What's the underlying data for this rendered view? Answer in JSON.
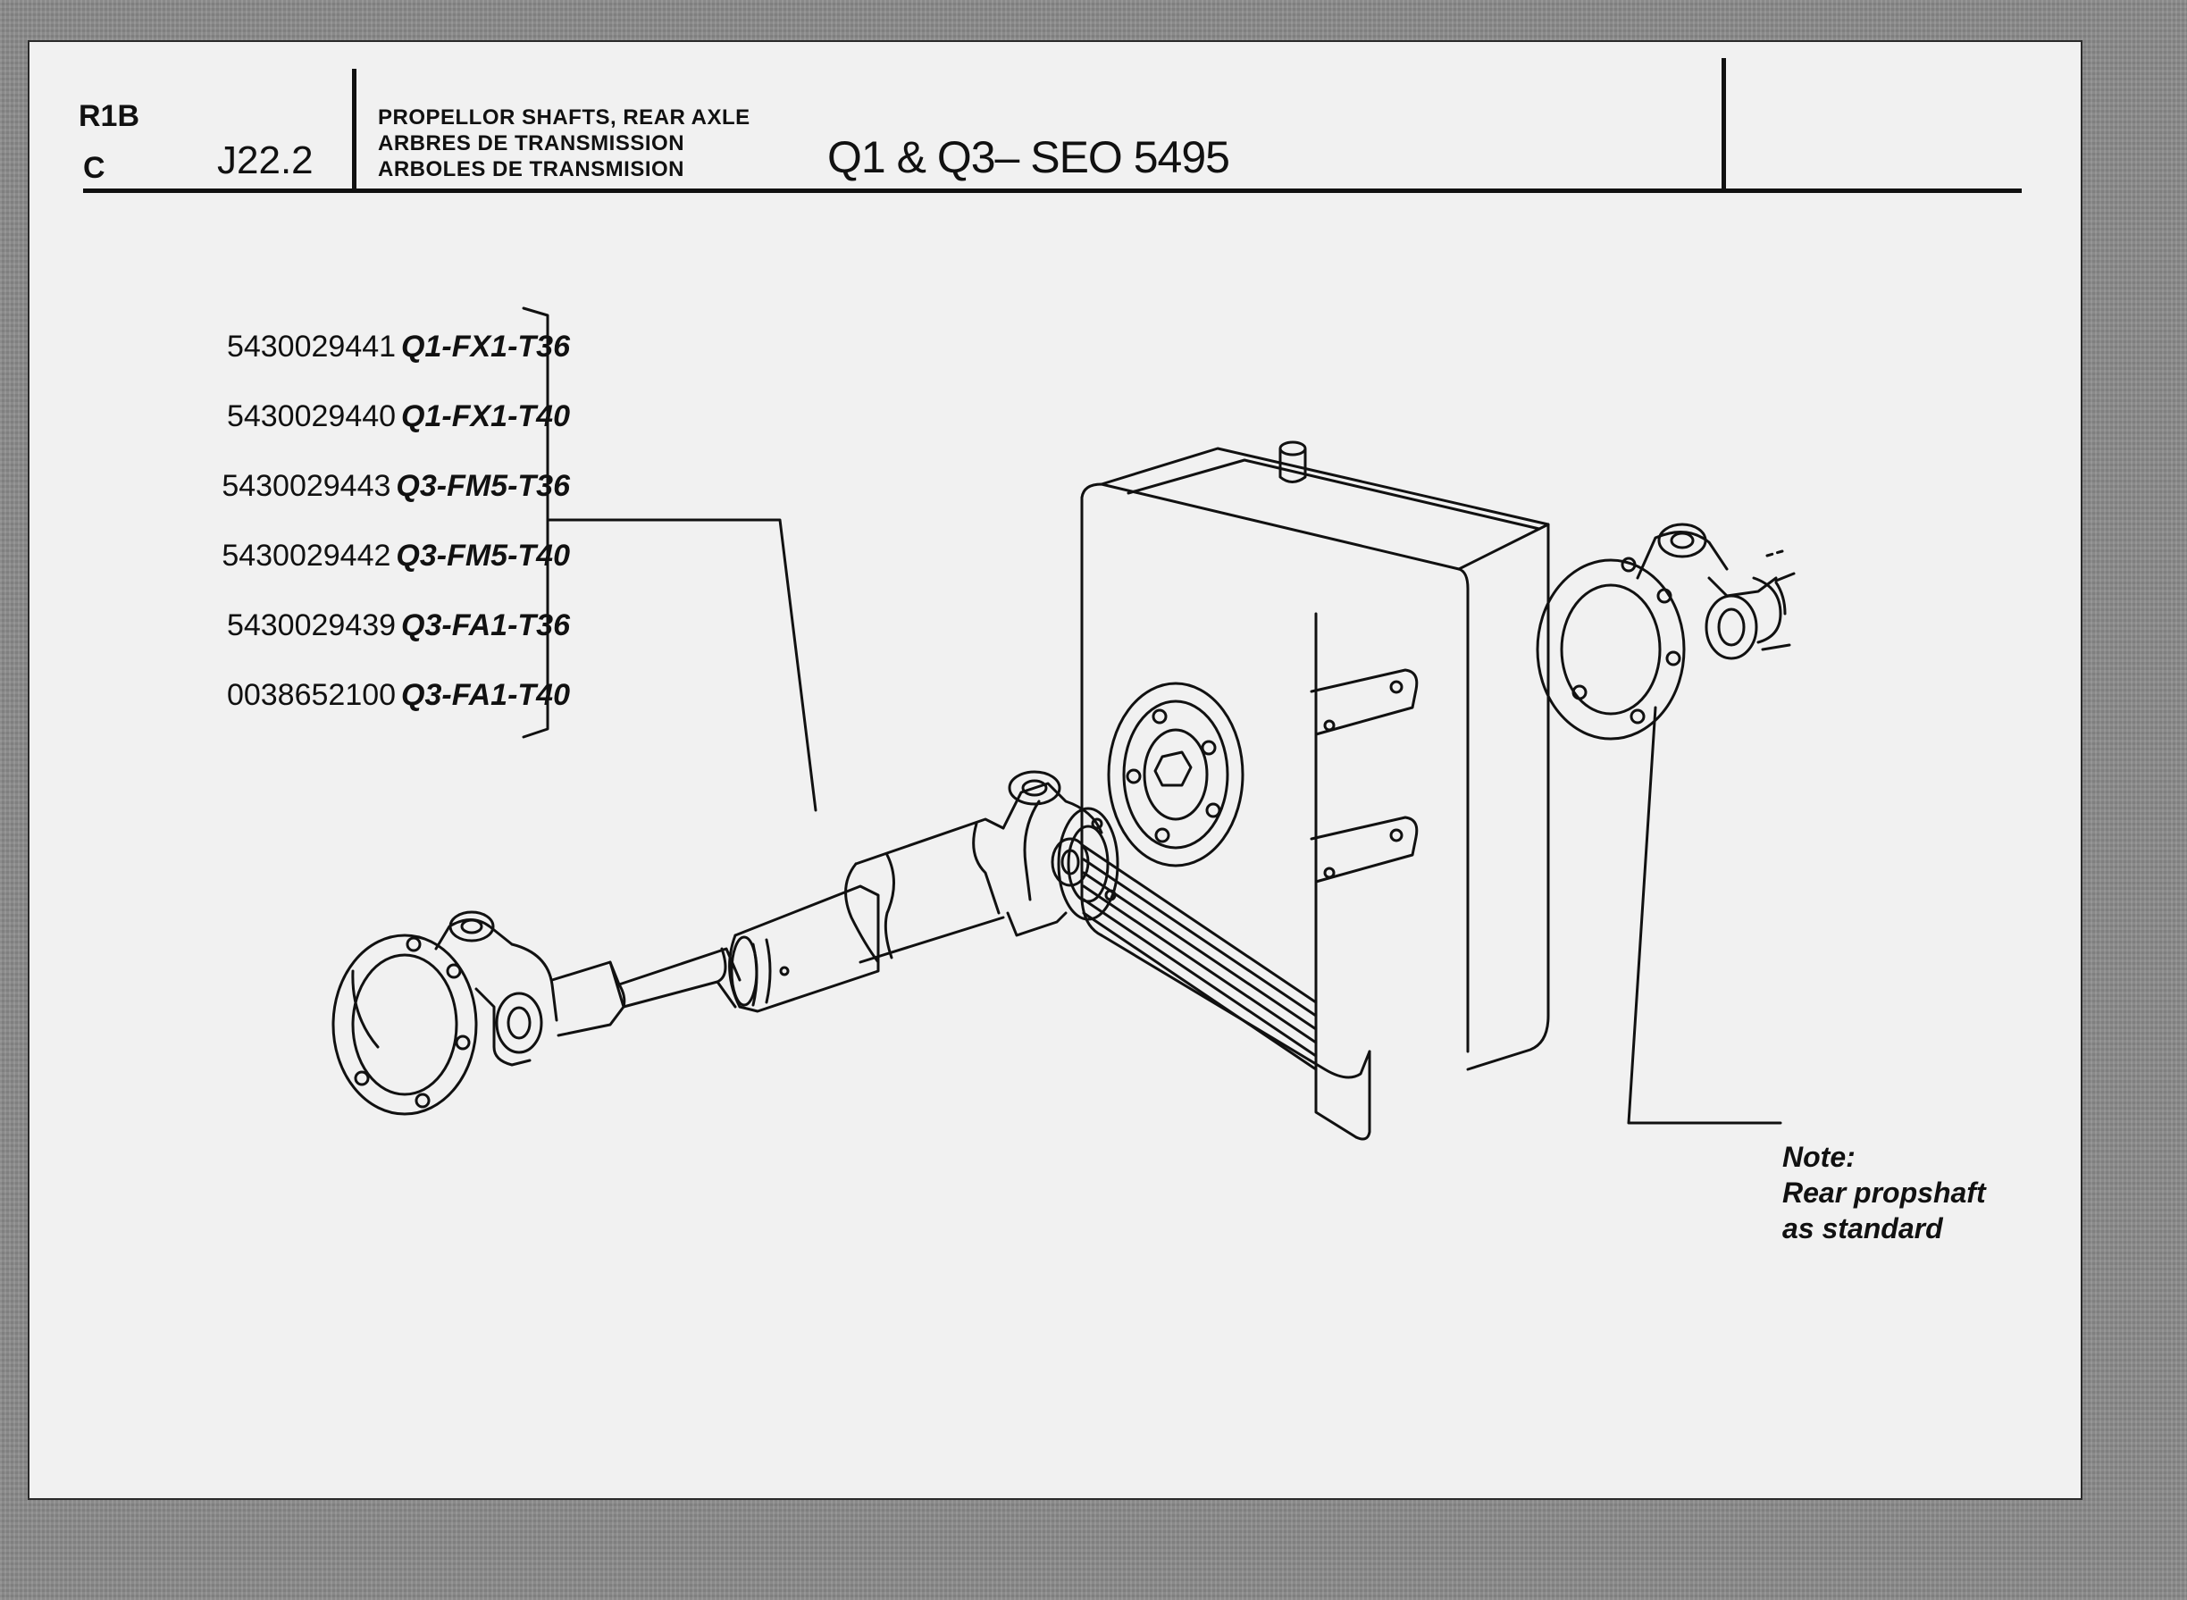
{
  "header": {
    "code_top": "R1B",
    "code_bottom": "C",
    "reference": "J22.2",
    "titles": [
      "PROPELLOR SHAFTS, REAR AXLE",
      "ARBRES DE TRANSMISSION",
      "ARBOLES DE TRANSMISION"
    ],
    "model": "Q1 & Q3– SEO 5495"
  },
  "parts": [
    {
      "number": "5430029441",
      "code": "Q1-FX1-T36"
    },
    {
      "number": "5430029440",
      "code": "Q1-FX1-T40"
    },
    {
      "number": "5430029443",
      "code": "Q3-FM5-T36"
    },
    {
      "number": "5430029442",
      "code": "Q3-FM5-T40"
    },
    {
      "number": "5430029439",
      "code": "Q3-FA1-T36"
    },
    {
      "number": "0038652100",
      "code": "Q3-FA1-T40"
    }
  ],
  "note": {
    "line1": "Note:",
    "line2": "Rear propshaft",
    "line3": "as standard"
  },
  "illustration": {
    "subject": "propeller shaft and gearbox exploded view",
    "line_color": "#111111",
    "paper_color": "#f1f1f1"
  }
}
